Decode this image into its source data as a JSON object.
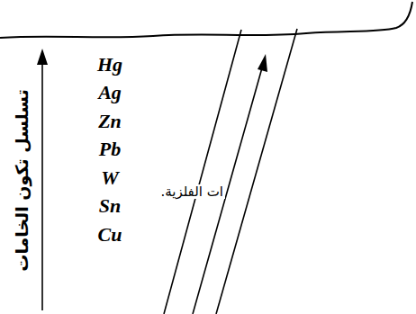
{
  "diagram": {
    "labels": [
      "تسلسل تكون الخامات",
      "Hg",
      "Ag",
      "Zn",
      "Pb",
      "W",
      "Sn",
      "Cu",
      "ات الفلزية."
    ]
  }
}
